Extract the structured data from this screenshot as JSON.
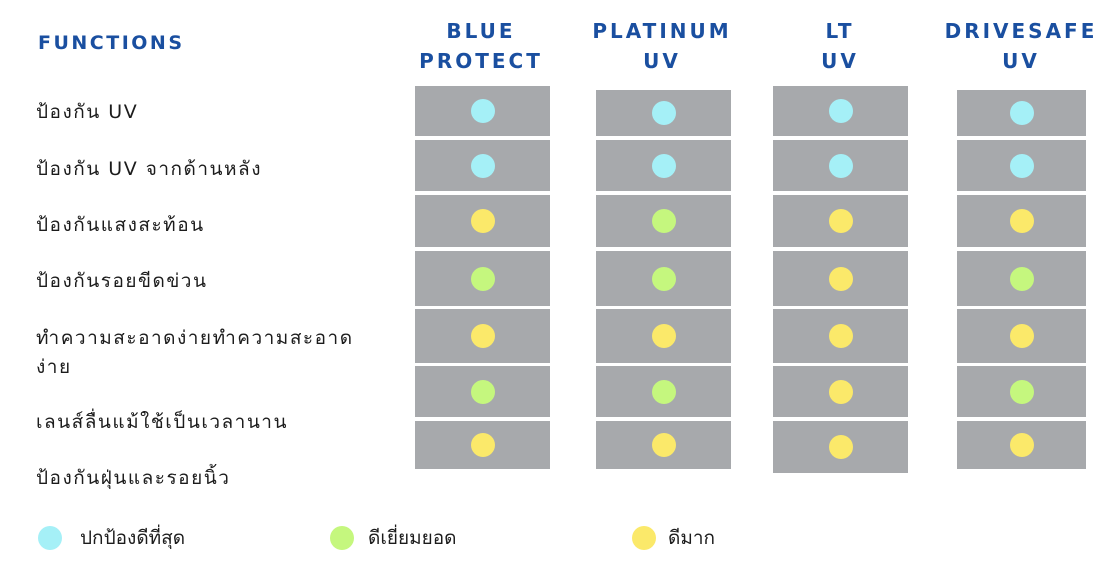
{
  "header": {
    "functions_label": "FUNCTIONS"
  },
  "columns": [
    {
      "line1": "BLUE",
      "line2": "PROTECT"
    },
    {
      "line1": "PLATINUM",
      "line2": "UV"
    },
    {
      "line1": "LT",
      "line2": "UV"
    },
    {
      "line1": "DRIVESAFE",
      "line2": "UV"
    }
  ],
  "rows": [
    "ป้องกัน UV",
    "ป้องกัน UV จากด้านหลัง",
    "ป้องกันแสงสะท้อน",
    "ป้องกันรอยขีดข่วน",
    "ทำความสะอาดง่ายทำความสะอาดง่าย",
    "เลนส์ลื่นแม้ใช้เป็นเวลานาน",
    "ป้องกันฝุ่นและรอยนิ้ว"
  ],
  "ratings": [
    [
      "best",
      "best",
      "best",
      "best"
    ],
    [
      "best",
      "best",
      "best",
      "best"
    ],
    [
      "very_good",
      "excellent",
      "very_good",
      "very_good"
    ],
    [
      "excellent",
      "excellent",
      "very_good",
      "excellent"
    ],
    [
      "very_good",
      "very_good",
      "very_good",
      "very_good"
    ],
    [
      "excellent",
      "excellent",
      "very_good",
      "excellent"
    ],
    [
      "very_good",
      "very_good",
      "very_good",
      "very_good"
    ]
  ],
  "legend": [
    {
      "key": "best",
      "label": "ปกป้องดีที่สุด",
      "color": "#a5f0f7"
    },
    {
      "key": "excellent",
      "label": "ดีเยี่ยมยอด",
      "color": "#c5f77e"
    },
    {
      "key": "very_good",
      "label": "ดีมาก",
      "color": "#fbe96a"
    }
  ],
  "colors": {
    "heading_blue": "#1a4fa0",
    "cell_gray": "#a7a9ac"
  }
}
